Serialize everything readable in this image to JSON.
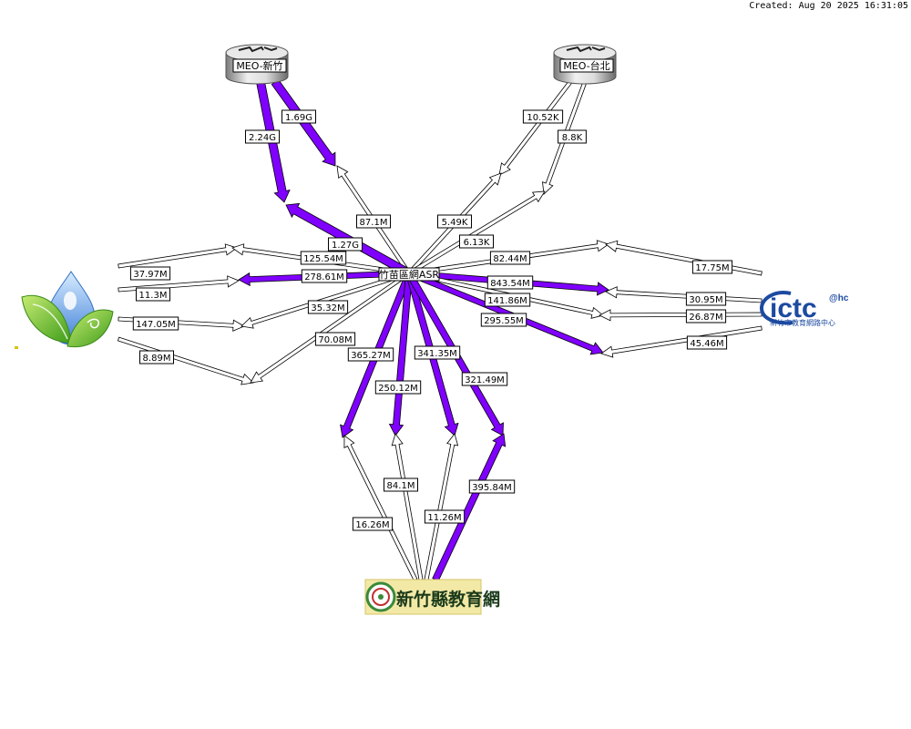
{
  "header": {
    "created": "Created: Aug 20 2025 16:31:05"
  },
  "nodes": {
    "meo_hsinchu": "MEO-新竹",
    "meo_taipei": "MEO-台北",
    "asr": "竹苗區網ASR",
    "ictc": {
      "logo": "ictc",
      "sup": "@hc",
      "subtitle": "新竹市教育網路中心"
    },
    "edu": "新竹縣教育網"
  },
  "colors": {
    "busy": "#8000ff",
    "idle": "#ffffff",
    "outline": "#000000"
  },
  "labels": [
    {
      "id": "meo-hc-in",
      "text": "1.69G"
    },
    {
      "id": "meo-hc-out",
      "text": "2.24G"
    },
    {
      "id": "meo-hc-asr-in",
      "text": "87.1M"
    },
    {
      "id": "meo-hc-asr-out",
      "text": "1.27G"
    },
    {
      "id": "meo-tp-a",
      "text": "10.52K"
    },
    {
      "id": "meo-tp-b",
      "text": "8.8K"
    },
    {
      "id": "meo-tp-asr-a",
      "text": "5.49K"
    },
    {
      "id": "meo-tp-asr-b",
      "text": "6.13K"
    },
    {
      "id": "leaf-1a",
      "text": "37.97M"
    },
    {
      "id": "leaf-1b",
      "text": "125.54M"
    },
    {
      "id": "leaf-2a",
      "text": "11.3M"
    },
    {
      "id": "leaf-2b",
      "text": "278.61M"
    },
    {
      "id": "leaf-3a",
      "text": "147.05M"
    },
    {
      "id": "leaf-3b",
      "text": "35.32M"
    },
    {
      "id": "leaf-4a",
      "text": "8.89M"
    },
    {
      "id": "leaf-4b",
      "text": "70.08M"
    },
    {
      "id": "ictc-1a",
      "text": "82.44M"
    },
    {
      "id": "ictc-1b",
      "text": "17.75M"
    },
    {
      "id": "ictc-2a",
      "text": "843.54M"
    },
    {
      "id": "ictc-2b",
      "text": "30.95M"
    },
    {
      "id": "ictc-3a",
      "text": "141.86M"
    },
    {
      "id": "ictc-3b",
      "text": "26.87M"
    },
    {
      "id": "ictc-4a",
      "text": "295.55M"
    },
    {
      "id": "ictc-4b",
      "text": "45.46M"
    },
    {
      "id": "edu-1a",
      "text": "365.27M"
    },
    {
      "id": "edu-1b",
      "text": "16.26M"
    },
    {
      "id": "edu-2a",
      "text": "250.12M"
    },
    {
      "id": "edu-2b",
      "text": "84.1M"
    },
    {
      "id": "edu-3a",
      "text": "341.35M"
    },
    {
      "id": "edu-3b",
      "text": "11.26M"
    },
    {
      "id": "edu-4a",
      "text": "321.49M"
    },
    {
      "id": "edu-4b",
      "text": "395.84M"
    }
  ]
}
